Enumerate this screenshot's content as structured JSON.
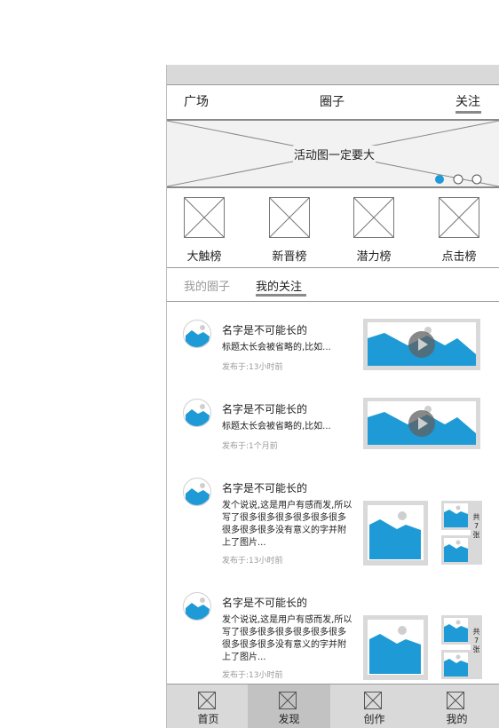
{
  "top_nav": {
    "left": "广场",
    "center": "圈子",
    "right": "关注"
  },
  "banner": {
    "label": "活动图一定要大",
    "dots_total": 3,
    "dot_active_index": 0
  },
  "rankings": [
    {
      "label": "大触榜"
    },
    {
      "label": "新晋榜"
    },
    {
      "label": "潜力榜"
    },
    {
      "label": "点击榜"
    }
  ],
  "sub_tabs": [
    {
      "label": "我的圈子",
      "active": false
    },
    {
      "label": "我的关注",
      "active": true
    }
  ],
  "feed": [
    {
      "name": "名字是不可能长的",
      "text": "标题太长会被省略的,比如...",
      "time": "发布于:13小时前",
      "media": "video"
    },
    {
      "name": "名字是不可能长的",
      "text": "标题太长会被省略的,比如...",
      "time": "发布于:1个月前",
      "media": "video"
    },
    {
      "name": "名字是不可能长的",
      "text_lines": [
        "发个说说,这是用户有感而发,所以",
        "写了很多很多很多很多很多很多",
        "很多很多很多没有意义的字并附",
        "上了图片..."
      ],
      "time": "发布于:13小时前",
      "media": "gallery",
      "count_lines": [
        "共",
        "7",
        "张"
      ]
    },
    {
      "name": "名字是不可能长的",
      "text_lines": [
        "发个说说,这是用户有感而发,所以",
        "写了很多很多很多很多很多很多",
        "很多很多很多没有意义的字并附",
        "上了图片..."
      ],
      "time": "发布于:13小时前",
      "media": "gallery",
      "count_lines": [
        "共",
        "7",
        "张"
      ]
    }
  ],
  "bottom_tabs": [
    {
      "label": "首页",
      "active": false
    },
    {
      "label": "发现",
      "active": true
    },
    {
      "label": "创作",
      "active": false
    },
    {
      "label": "我的",
      "active": false
    }
  ],
  "colors": {
    "accent_blue": "#1e9ad6",
    "placeholder_gray": "#d9d9d9",
    "divider": "#8a8a8a"
  }
}
